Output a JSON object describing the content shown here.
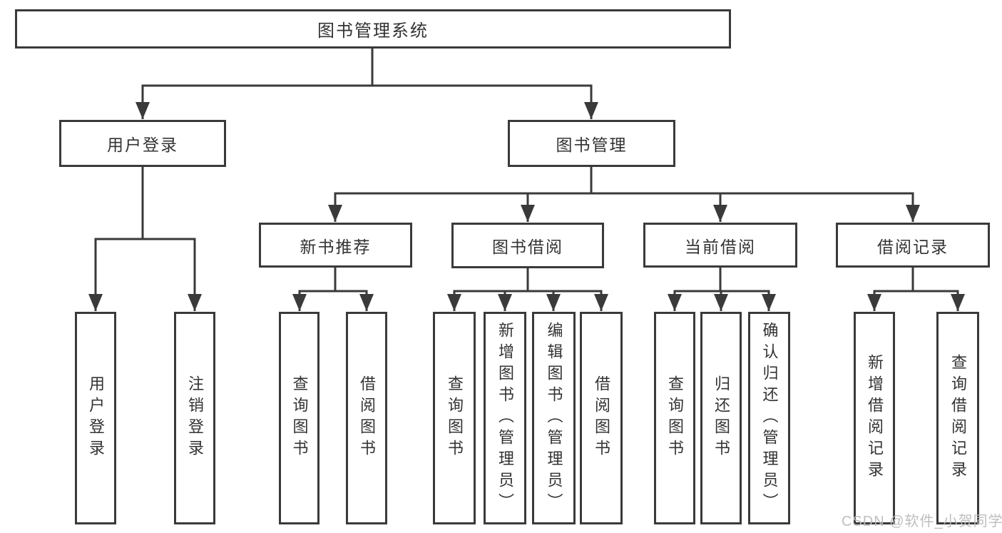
{
  "tree": {
    "root": {
      "label": "图书管理系统"
    },
    "branches": [
      {
        "label": "用户登录",
        "children": [
          {
            "label": "用户登录"
          },
          {
            "label": "注销登录"
          }
        ]
      },
      {
        "label": "图书管理",
        "groups": [
          {
            "label": "新书推荐",
            "children": [
              {
                "label": "查询图书"
              },
              {
                "label": "借阅图书"
              }
            ]
          },
          {
            "label": "图书借阅",
            "children": [
              {
                "label": "查询图书"
              },
              {
                "label": "新增图书（管理员）"
              },
              {
                "label": "编辑图书（管理员）"
              },
              {
                "label": "借阅图书"
              }
            ]
          },
          {
            "label": "当前借阅",
            "children": [
              {
                "label": "查询图书"
              },
              {
                "label": "归还图书"
              },
              {
                "label": "确认归还（管理员）"
              }
            ]
          },
          {
            "label": "借阅记录",
            "children": [
              {
                "label": "新增借阅记录"
              },
              {
                "label": "查询借阅记录"
              }
            ]
          }
        ]
      }
    ]
  },
  "watermark": {
    "text": "CSDN @软件_小贺同学"
  },
  "colors": {
    "line": "#3a3a3a",
    "text": "#333333",
    "background": "#ffffff",
    "watermark": "#bababa"
  }
}
